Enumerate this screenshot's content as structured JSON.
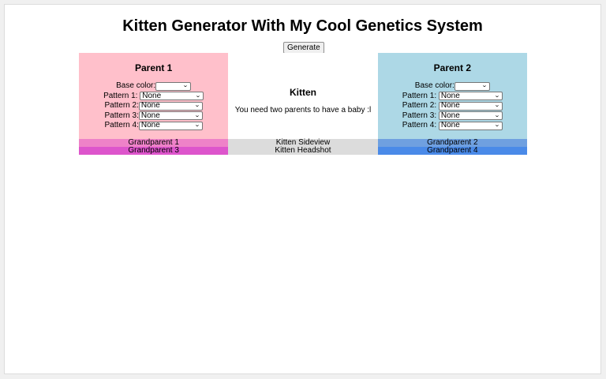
{
  "header": {
    "title": "Kitten Generator With My Cool Genetics System"
  },
  "toolbar": {
    "generate_label": "Generate"
  },
  "parent1": {
    "title": "Parent 1",
    "base_color_label": "Base color:",
    "base_color_value": "",
    "patterns": [
      {
        "label": "Pattern 1:",
        "value": "None"
      },
      {
        "label": "Pattern 2:",
        "value": "None"
      },
      {
        "label": "Pattern 3:",
        "value": "None"
      },
      {
        "label": "Pattern 4:",
        "value": "None"
      }
    ],
    "color": "#ffc0cb"
  },
  "kitten": {
    "title": "Kitten",
    "message": "You need two parents to have a baby :l",
    "sideview_label": "Kitten Sideview",
    "headshot_label": "Kitten Headshot"
  },
  "parent2": {
    "title": "Parent 2",
    "base_color_label": "Base color:",
    "base_color_value": "",
    "patterns": [
      {
        "label": "Pattern 1:",
        "value": "None"
      },
      {
        "label": "Pattern 2:",
        "value": "None"
      },
      {
        "label": "Pattern 3:",
        "value": "None"
      },
      {
        "label": "Pattern 4:",
        "value": "None"
      }
    ],
    "color": "#add8e6"
  },
  "grandparents": {
    "gp1": "Grandparent 1",
    "gp2": "Grandparent 2",
    "gp3": "Grandparent 3",
    "gp4": "Grandparent 4"
  },
  "icons": {
    "select_arrow": "chevron-down-icon"
  }
}
